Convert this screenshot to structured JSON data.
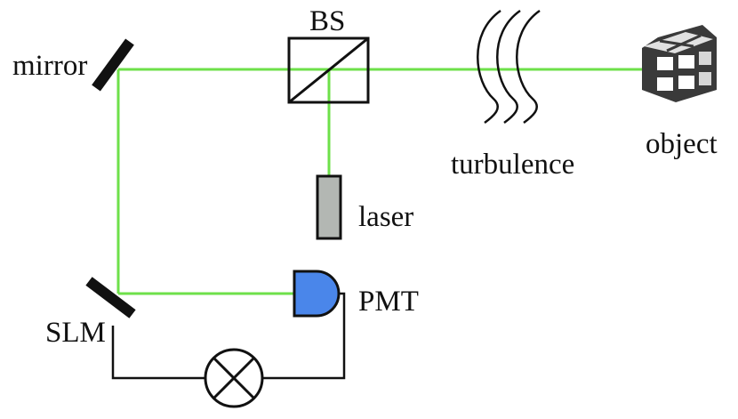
{
  "labels": {
    "mirror": "mirror",
    "bs": "BS",
    "turbulence": "turbulence",
    "object": "object",
    "laser": "laser",
    "slm": "SLM",
    "pmt": "PMT"
  },
  "colors": {
    "beam": "#6ee04a",
    "pmt_fill": "#4a86ea",
    "laser_fill": "#b3b7b3",
    "line": "#111111",
    "object_dark": "#3a3a3a",
    "object_light": "#ffffff"
  }
}
